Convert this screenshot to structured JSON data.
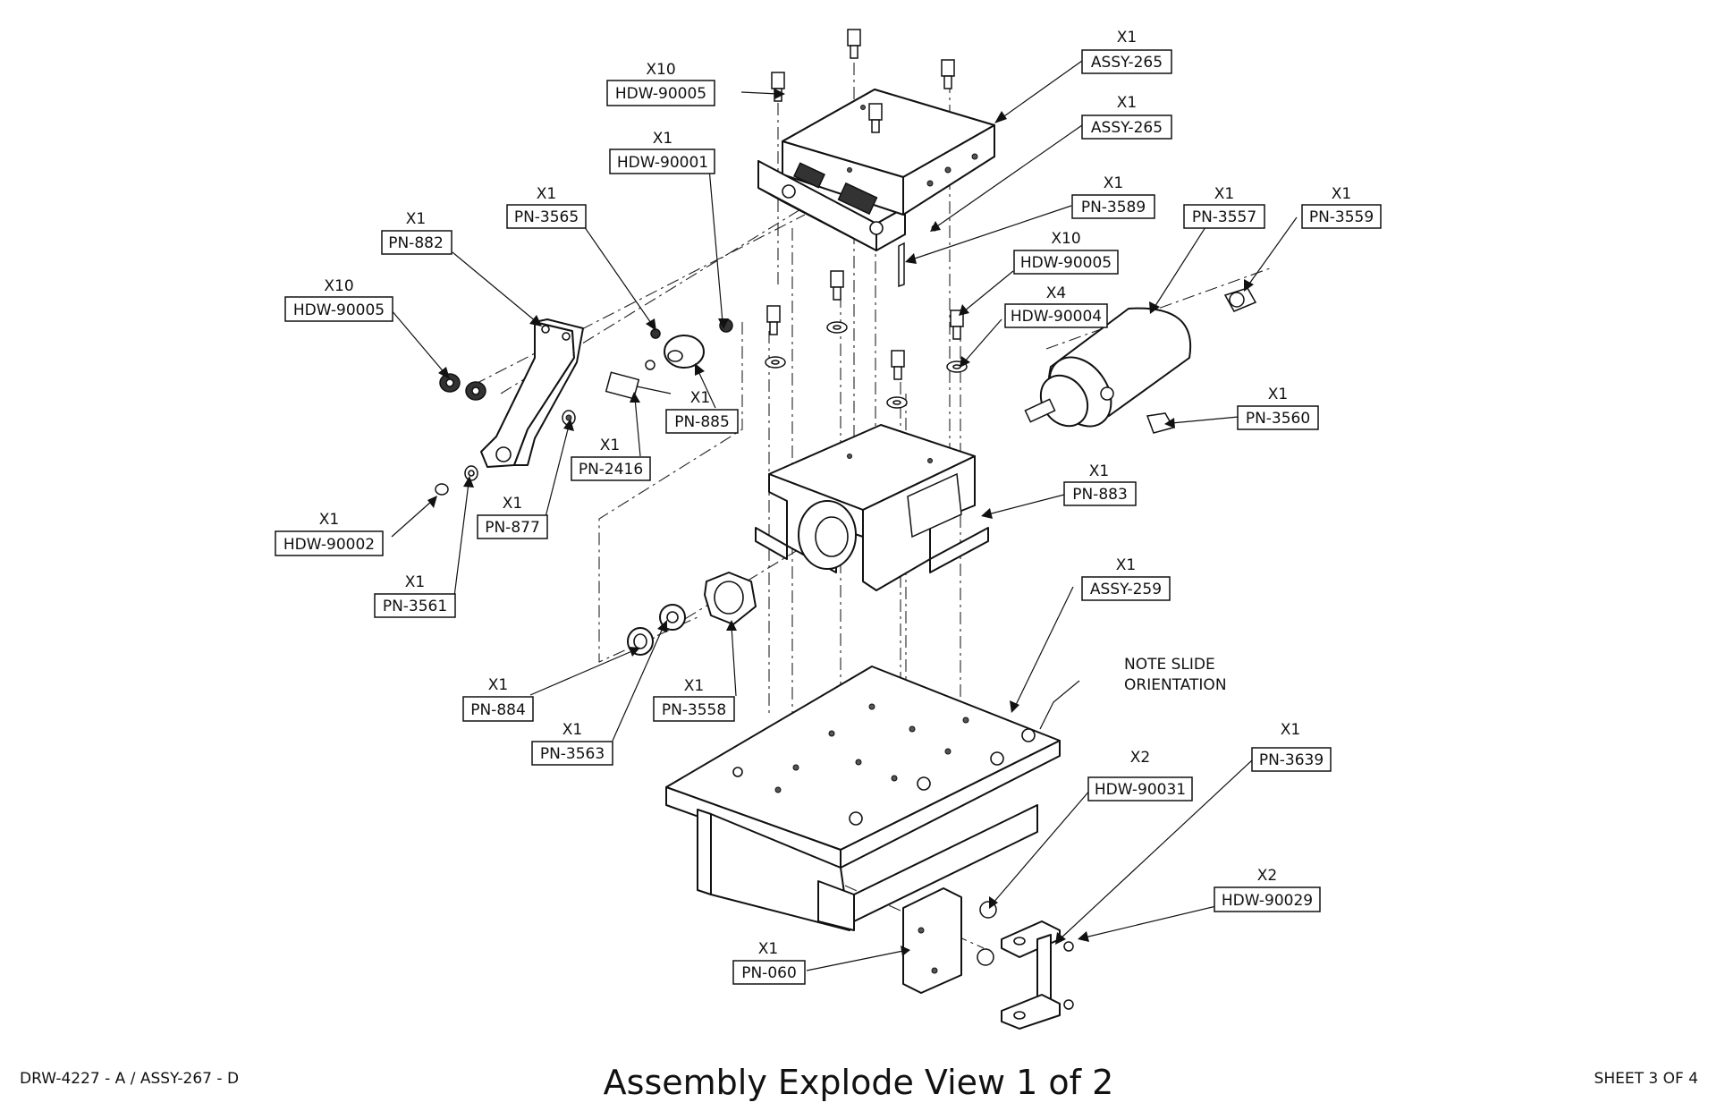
{
  "footer": {
    "drawing_id": "DRW-4227 - A / ASSY-267 - D",
    "title": "Assembly Explode View 1 of 2",
    "sheet": "SHEET 3 OF 4"
  },
  "note": {
    "line1": "NOTE SLIDE",
    "line2": "ORIENTATION"
  },
  "callouts": [
    {
      "qty": "X1",
      "part": "ASSY-265"
    },
    {
      "qty": "X1",
      "part": "ASSY-265"
    },
    {
      "qty": "X10",
      "part": "HDW-90005"
    },
    {
      "qty": "X1",
      "part": "HDW-90001"
    },
    {
      "qty": "X1",
      "part": "PN-3565"
    },
    {
      "qty": "X1",
      "part": "PN-882"
    },
    {
      "qty": "X10",
      "part": "HDW-90005"
    },
    {
      "qty": "X1",
      "part": "PN-3589"
    },
    {
      "qty": "X1",
      "part": "PN-3557"
    },
    {
      "qty": "X1",
      "part": "PN-3559"
    },
    {
      "qty": "X10",
      "part": "HDW-90005"
    },
    {
      "qty": "X4",
      "part": "HDW-90004"
    },
    {
      "qty": "X1",
      "part": "PN-885"
    },
    {
      "qty": "X1",
      "part": "PN-2416"
    },
    {
      "qty": "X1",
      "part": "PN-3560"
    },
    {
      "qty": "X1",
      "part": "PN-883"
    },
    {
      "qty": "X1",
      "part": "PN-877"
    },
    {
      "qty": "X1",
      "part": "HDW-90002"
    },
    {
      "qty": "X1",
      "part": "PN-3561"
    },
    {
      "qty": "X1",
      "part": "ASSY-259"
    },
    {
      "qty": "X1",
      "part": "PN-884"
    },
    {
      "qty": "X1",
      "part": "PN-3558"
    },
    {
      "qty": "X1",
      "part": "PN-3563"
    },
    {
      "qty": "X1",
      "part": "PN-3639"
    },
    {
      "qty": "X2",
      "part": "HDW-90031"
    },
    {
      "qty": "X2",
      "part": "HDW-90029"
    },
    {
      "qty": "X1",
      "part": "PN-060"
    }
  ]
}
